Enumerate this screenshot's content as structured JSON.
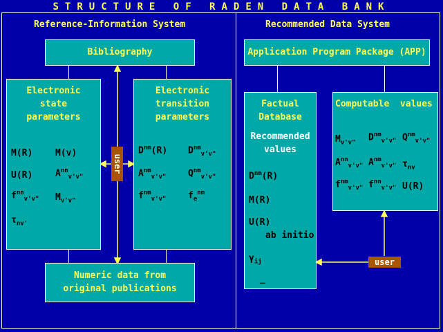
{
  "title": "STRUCTURE OF RADEN DATA BANK",
  "left_section": {
    "heading": "Reference-Information System",
    "bibliography": "Bibliography",
    "numeric": {
      "line1": "Numeric data from",
      "line2": "original publications"
    },
    "electronic_state": {
      "line1": "Electronic",
      "line2": "state",
      "line3": "parameters"
    },
    "electronic_transition": {
      "line1": "Electronic",
      "line2": "transition",
      "line3": "parameters"
    },
    "user_label": "user"
  },
  "right_section": {
    "heading": "Recommended Data System",
    "app": "Application Program Package (APP)",
    "factual": {
      "line1": "Factual",
      "line2": "Database",
      "rec1": "Recommended",
      "rec2": "values",
      "ab_initio": "ab initio"
    },
    "computable": "Computable  values",
    "user_label": "user"
  },
  "colors": {
    "background": "#0000a8",
    "box": "#00a8a8",
    "title_text": "#ffff55",
    "tag": "#a85400"
  }
}
